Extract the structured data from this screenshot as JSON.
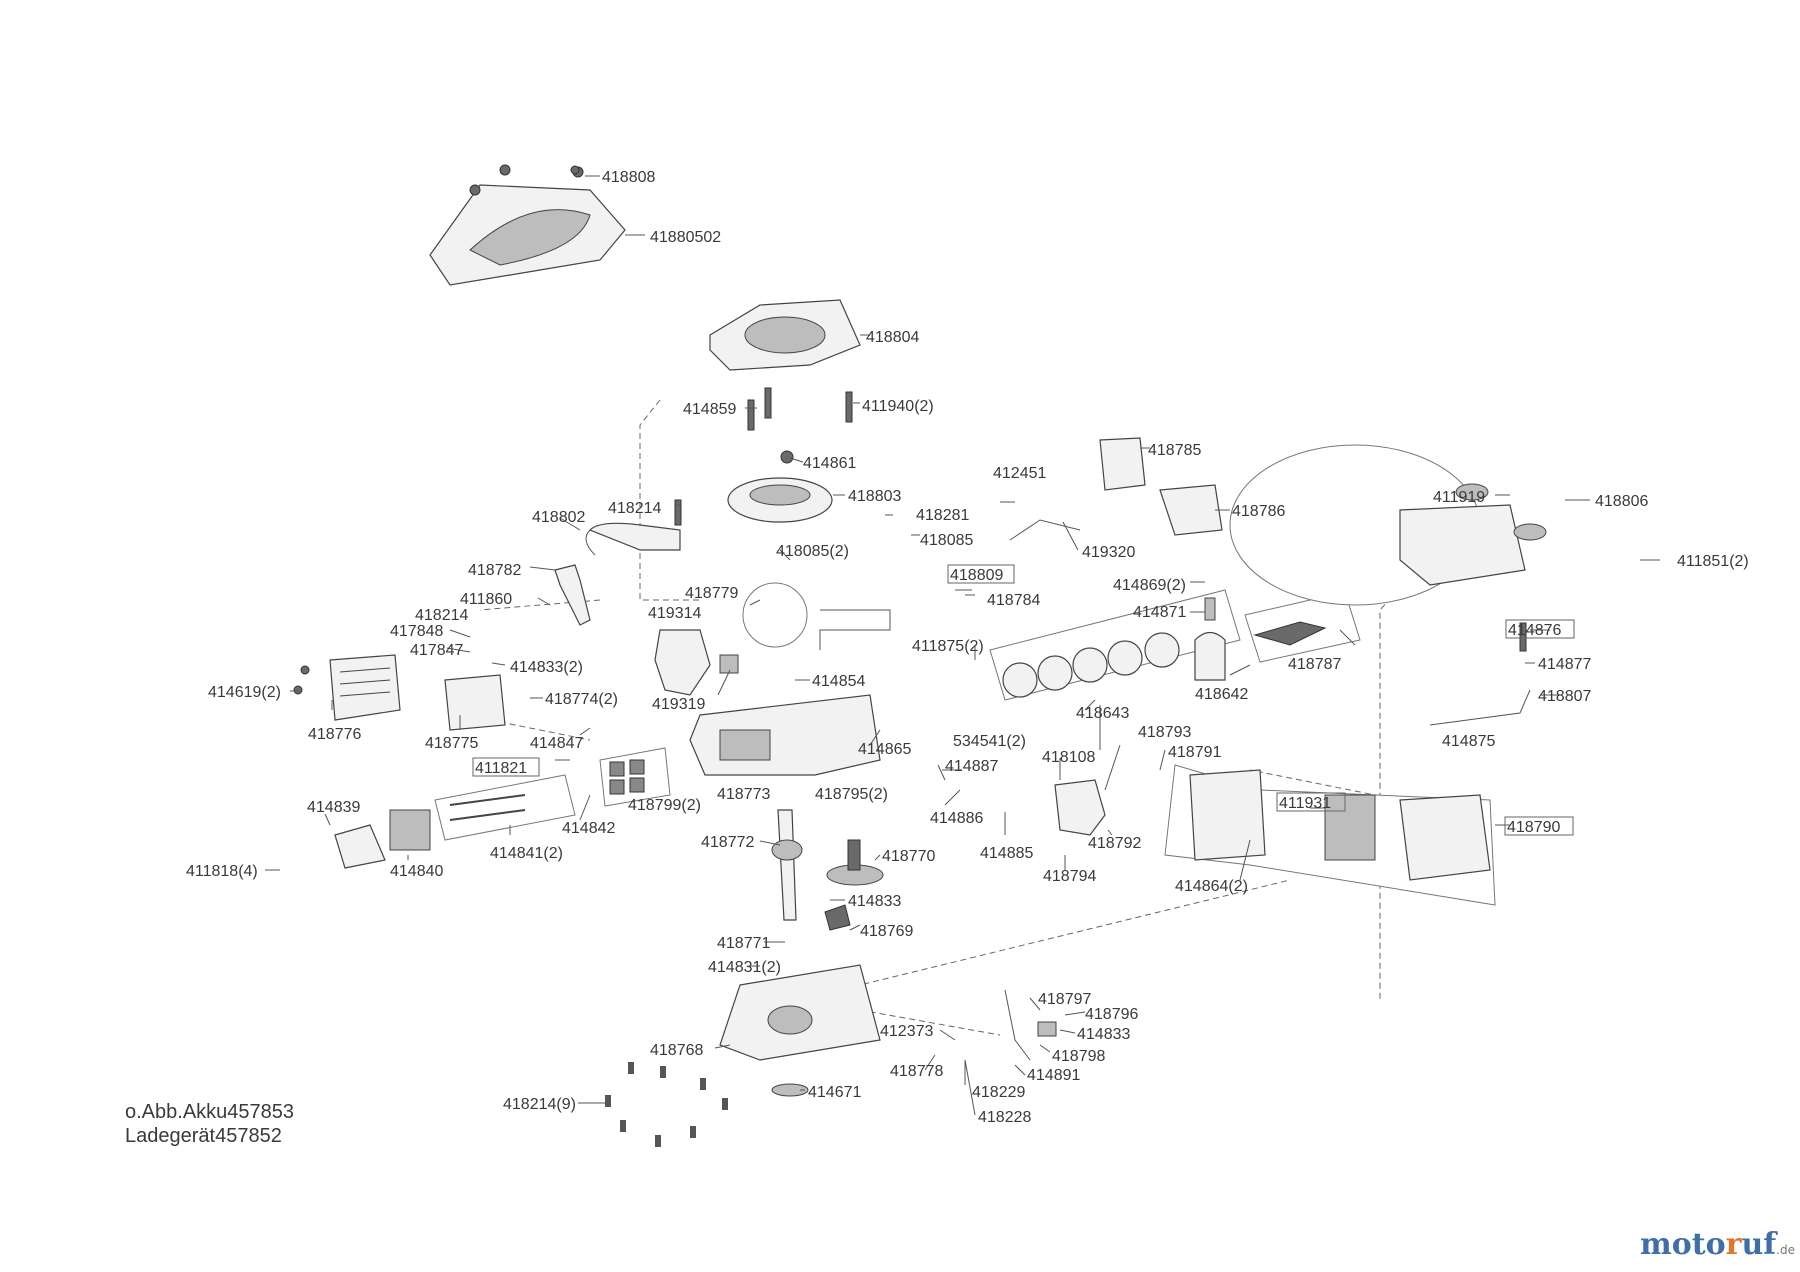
{
  "labels": [
    {
      "text": "418808"
    },
    {
      "text": "41880502"
    },
    {
      "text": "418804"
    },
    {
      "text": "414859"
    },
    {
      "text": "411940(2)"
    },
    {
      "text": "414861"
    },
    {
      "text": "418803"
    },
    {
      "text": "418214"
    },
    {
      "text": "418802"
    },
    {
      "text": "418281"
    },
    {
      "text": "418085"
    },
    {
      "text": "418085(2)"
    },
    {
      "text": "412451"
    },
    {
      "text": "418785"
    },
    {
      "text": "418786"
    },
    {
      "text": "419320"
    },
    {
      "text": "411919"
    },
    {
      "text": "418806"
    },
    {
      "text": "411851(2)"
    },
    {
      "text": "418782"
    },
    {
      "text": "418809"
    },
    {
      "text": "418784"
    },
    {
      "text": "414869(2)"
    },
    {
      "text": "414871"
    },
    {
      "text": "418779"
    },
    {
      "text": "411860"
    },
    {
      "text": "418214"
    },
    {
      "text": "419314"
    },
    {
      "text": "417848"
    },
    {
      "text": "417847"
    },
    {
      "text": "414833(2)"
    },
    {
      "text": "418787"
    },
    {
      "text": "414876"
    },
    {
      "text": "414877"
    },
    {
      "text": "414854"
    },
    {
      "text": "411875(2)"
    },
    {
      "text": "418642"
    },
    {
      "text": "418807"
    },
    {
      "text": "414619(2)"
    },
    {
      "text": "418774(2)"
    },
    {
      "text": "419319"
    },
    {
      "text": "418643"
    },
    {
      "text": "418776"
    },
    {
      "text": "418775"
    },
    {
      "text": "414847"
    },
    {
      "text": "414865"
    },
    {
      "text": "534541(2)"
    },
    {
      "text": "414875"
    },
    {
      "text": "418793"
    },
    {
      "text": "418108"
    },
    {
      "text": "418791"
    },
    {
      "text": "411821"
    },
    {
      "text": "414887"
    },
    {
      "text": "418773"
    },
    {
      "text": "418795(2)"
    },
    {
      "text": "418799(2)"
    },
    {
      "text": "411931"
    },
    {
      "text": "418790"
    },
    {
      "text": "414839"
    },
    {
      "text": "414842"
    },
    {
      "text": "414886"
    },
    {
      "text": "418792"
    },
    {
      "text": "418772"
    },
    {
      "text": "414885"
    },
    {
      "text": "418770"
    },
    {
      "text": "414840"
    },
    {
      "text": "414841(2)"
    },
    {
      "text": "418794"
    },
    {
      "text": "414864(2)"
    },
    {
      "text": "411818(4)"
    },
    {
      "text": "414833"
    },
    {
      "text": "418769"
    },
    {
      "text": "418771"
    },
    {
      "text": "414831(2)"
    },
    {
      "text": "418797"
    },
    {
      "text": "418796"
    },
    {
      "text": "412373"
    },
    {
      "text": "414833"
    },
    {
      "text": "418768"
    },
    {
      "text": "418798"
    },
    {
      "text": "418778"
    },
    {
      "text": "414891"
    },
    {
      "text": "418229"
    },
    {
      "text": "414671"
    },
    {
      "text": "418214(9)"
    },
    {
      "text": "418228"
    }
  ],
  "note": {
    "line1": "o.Abb.Akku457853",
    "line2": "Ladegerät457852"
  },
  "watermark": {
    "part1": "moto",
    "part2": "r",
    "part3": "uf",
    "suffix": ".de"
  }
}
